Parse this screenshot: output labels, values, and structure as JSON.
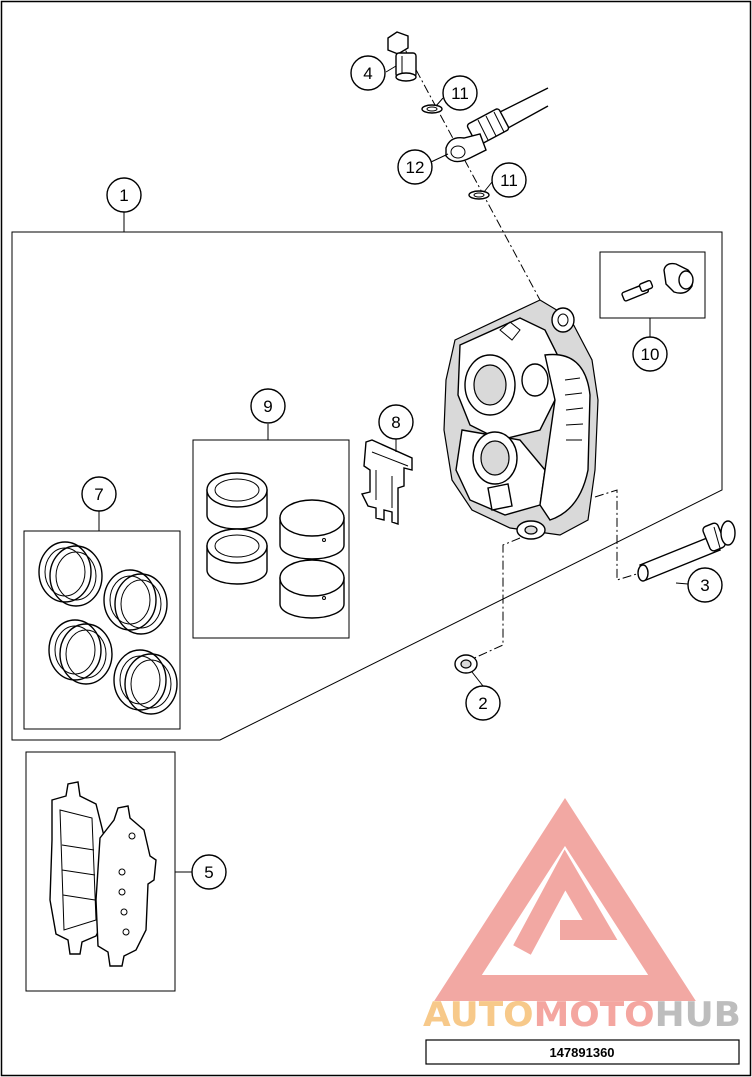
{
  "diagram": {
    "callouts": [
      {
        "id": "1",
        "label": "1"
      },
      {
        "id": "2",
        "label": "2"
      },
      {
        "id": "3",
        "label": "3"
      },
      {
        "id": "4",
        "label": "4"
      },
      {
        "id": "5",
        "label": "5"
      },
      {
        "id": "7",
        "label": "7"
      },
      {
        "id": "8",
        "label": "8"
      },
      {
        "id": "9",
        "label": "9"
      },
      {
        "id": "10",
        "label": "10"
      },
      {
        "id": "11a",
        "label": "11"
      },
      {
        "id": "11b",
        "label": "11"
      },
      {
        "id": "12",
        "label": "12"
      }
    ],
    "reference_number": "147891360"
  },
  "watermark": {
    "part1": "AUTO",
    "part2": "MOTO",
    "part3": "HUB",
    "color_auto": "#f7c98a",
    "color_moto": "#f4a6a0",
    "color_hub": "#bdbdbd",
    "logo_color": "#f09a94"
  }
}
